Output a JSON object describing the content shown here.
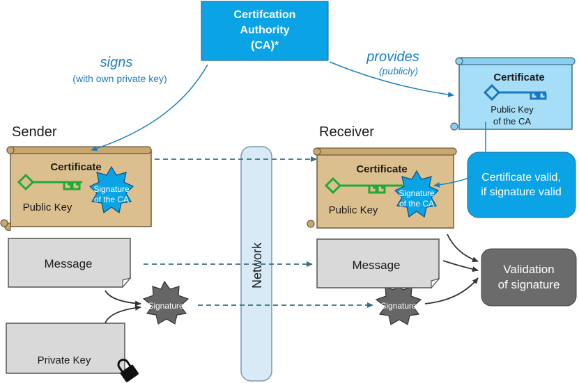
{
  "ca": {
    "line1": "Certifcation",
    "line2": "Authority",
    "line3": "(CA)*"
  },
  "edges": {
    "signs": "signs",
    "signs_detail": "(with own private key)",
    "provides": "provides",
    "provides_detail": "(publicly)"
  },
  "sender": {
    "title": "Sender",
    "certificate_label": "Certificate",
    "public_key_label": "Public Key",
    "ca_signature_line1": "Signature",
    "ca_signature_line2": "of the CA",
    "message_label": "Message",
    "signature_label": "Signature",
    "private_key_label": "Private Key"
  },
  "receiver": {
    "title": "Receiver",
    "certificate_label": "Certificate",
    "public_key_label": "Public Key",
    "ca_signature_line1": "Signature",
    "ca_signature_line2": "of the CA",
    "message_label": "Message",
    "signature_label": "Signature"
  },
  "ca_certificate": {
    "label": "Certificate",
    "key_line1": "Public Key",
    "key_line2": "of the CA"
  },
  "network": {
    "label": "Network"
  },
  "cert_valid": {
    "line1": "Certificate valid,",
    "line2": "if signature valid"
  },
  "validation": {
    "line1": "Validation",
    "line2": "of signature"
  },
  "colors": {
    "ca_blue": "#0aa3e6",
    "arrow_blue": "#1a7fc1",
    "scroll_tan": "#dcbf8e",
    "scroll_light_blue": "#a6def8",
    "gray_box": "#d9d9d9",
    "dark_gray": "#6b6b6b",
    "key_green": "#1faa3a",
    "key_blue": "#1a76c2",
    "key_gray": "#808080",
    "dash": "#3a6f7f"
  }
}
